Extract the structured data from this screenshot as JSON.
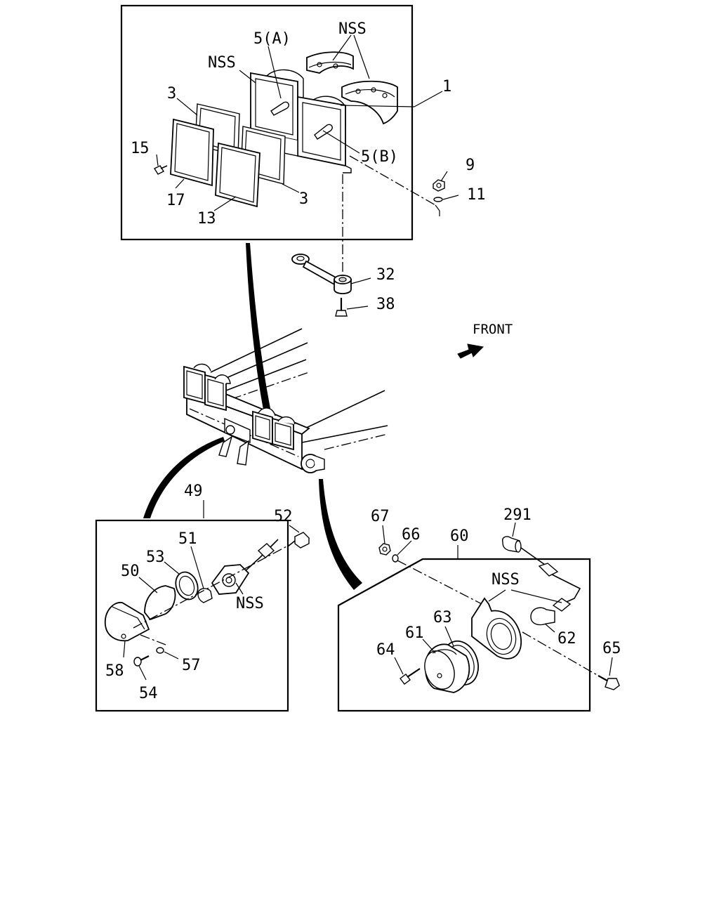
{
  "labels": {
    "top_nss": "NSS",
    "l5a": "5(A)",
    "nss_left": "NSS",
    "l1": "1",
    "l3a": "3",
    "l15": "15",
    "l5b": "5(B)",
    "l9": "9",
    "l11": "11",
    "l17": "17",
    "l13": "13",
    "l3b": "3",
    "l32": "32",
    "l38": "38",
    "front": "FRONT",
    "l49": "49",
    "l52": "52",
    "l51": "51",
    "l53": "53",
    "l50": "50",
    "nss_mid": "NSS",
    "l58": "58",
    "l57": "57",
    "l54": "54",
    "l67": "67",
    "l66": "66",
    "l60": "60",
    "l291": "291",
    "nss_right": "NSS",
    "l63": "63",
    "l61": "61",
    "l62": "62",
    "l64": "64",
    "l65": "65"
  },
  "icons": {
    "front_arrow": "arrow-right-icon"
  },
  "colors": {
    "line": "#000000",
    "background": "#ffffff"
  }
}
